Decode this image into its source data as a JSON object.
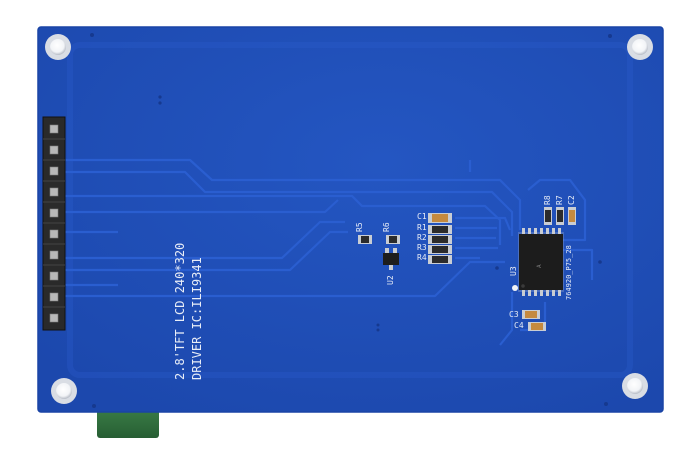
{
  "pcb": {
    "board_color": "#1f4fb8",
    "board_edge_color": "#1a44a5",
    "trace_color": "#2a5ed0",
    "pad_color": "#c9cdd3",
    "silkscreen_color": "#e8edf7",
    "connector_color": "#2a2a2a",
    "connector_pin_color": "#b8b8b8",
    "flex_tab_color": "#2f6e3c"
  },
  "silkscreen": {
    "model_line": "2.8'TFT LCD 240*320",
    "driver_line": "DRIVER IC:ILI9341",
    "part_code": "764920_P75_28",
    "r5": "R5",
    "r6": "R6",
    "c1": "C1",
    "r1": "R1",
    "r2": "R2",
    "r3": "R3",
    "r4": "R4",
    "u2": "U2",
    "u3": "U3",
    "r8": "R8",
    "r7": "R7",
    "c2": "C2",
    "c3": "C3",
    "c4": "C4"
  }
}
